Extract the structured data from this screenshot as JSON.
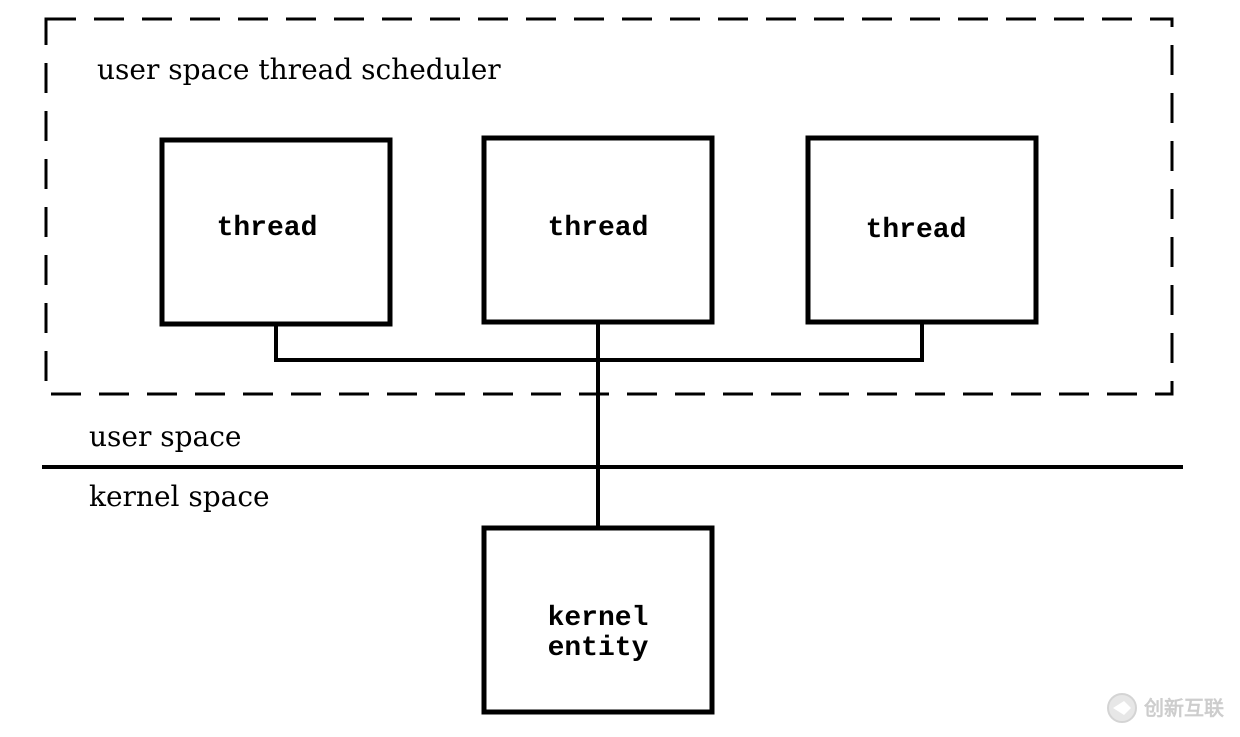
{
  "diagram": {
    "scheduler_label": "user space thread scheduler",
    "threads": [
      {
        "label": "thread"
      },
      {
        "label": "thread"
      },
      {
        "label": "thread"
      }
    ],
    "user_space_label": "user space",
    "kernel_space_label": "kernel space",
    "kernel_entity": {
      "line1": "kernel",
      "line2": "entity"
    }
  },
  "watermark": {
    "text": "创新互联"
  },
  "colors": {
    "stroke": "#000000",
    "background": "#ffffff",
    "watermark": "#c8c8c8"
  }
}
